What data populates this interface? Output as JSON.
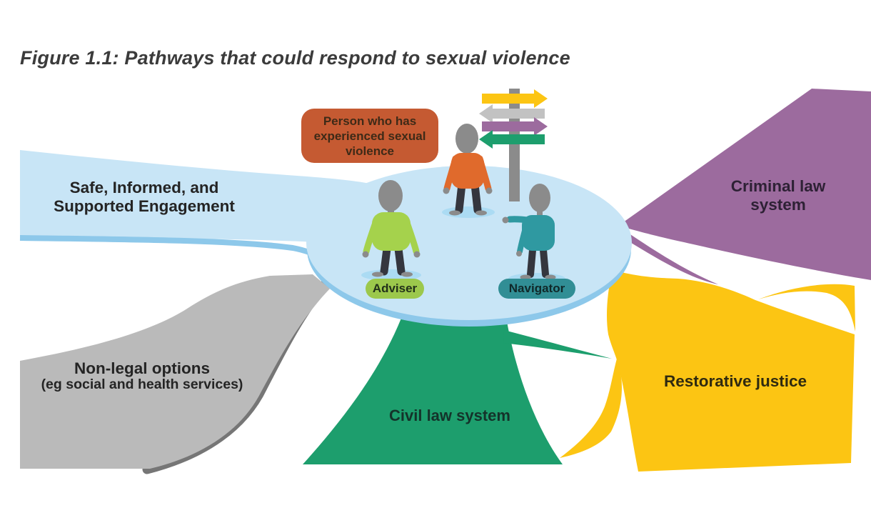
{
  "figure": {
    "title": "Figure 1.1: Pathways that could respond to sexual violence"
  },
  "center_hub": {
    "callout": "Person who has experienced sexual violence",
    "adviser_label": "Adviser",
    "navigator_label": "Navigator"
  },
  "pathways": [
    {
      "label": "Safe, Informed, and Supported Engagement",
      "color": "#c8e5f6"
    },
    {
      "label": "Criminal law system",
      "color": "#9c6b9e"
    },
    {
      "label": "Restorative justice",
      "color": "#fcc513"
    },
    {
      "label": "Civil law system",
      "color": "#1d9e6d"
    },
    {
      "label": "Non-legal options",
      "sublabel": "(eg social and health services)",
      "color": "#bababa"
    }
  ],
  "signpost": {
    "post_color": "#8b8b8b",
    "arrows": [
      {
        "direction": "right",
        "color": "#fcc513"
      },
      {
        "direction": "left",
        "color": "#c2c2c2"
      },
      {
        "direction": "right",
        "color": "#9c6b9e"
      },
      {
        "direction": "left",
        "color": "#1d9e6d"
      }
    ]
  },
  "colors": {
    "blue_edge": "#8dc8ea",
    "nonlegal_edge": "#767676",
    "callout": "#c55a32",
    "person": "#e06a2c",
    "adviser": "#a5d24c",
    "adviser_badge": "#9cc84c",
    "navigator": "#2f99a1",
    "navigator_badge": "#318e95",
    "skin": "#8b8b8b",
    "pants": "#35363e",
    "shadow": "#abdbf3"
  }
}
